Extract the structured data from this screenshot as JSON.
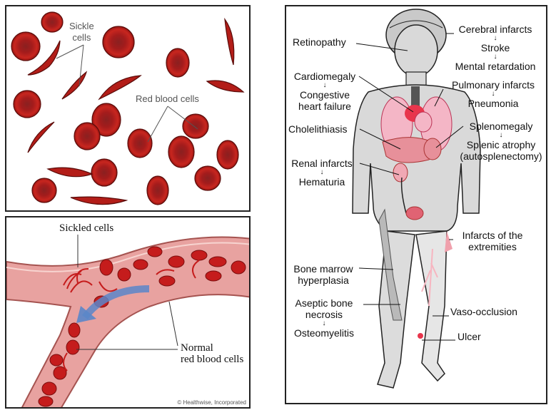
{
  "panel_cells": {
    "labels": {
      "sickle": [
        "Sickle",
        "cells"
      ],
      "red": "Red blood cells"
    }
  },
  "panel_vessel": {
    "labels": {
      "sickled": "Sickled cells",
      "normal": [
        "Normal",
        "red blood cells"
      ]
    },
    "copyright": "© Healthwise, Incorporated"
  },
  "panel_body": {
    "left_labels": [
      {
        "lines": [
          "Retinopathy"
        ]
      },
      {
        "lines": [
          "Cardiomegaly",
          "↓",
          "Congestive",
          "heart failure"
        ]
      },
      {
        "lines": [
          "Cholelithiasis"
        ]
      },
      {
        "lines": [
          "Renal infarcts",
          "↓",
          "Hematuria"
        ]
      },
      {
        "lines": [
          "Bone marrow",
          "hyperplasia"
        ]
      },
      {
        "lines": [
          "Aseptic bone",
          "necrosis",
          "↓",
          "Osteomyelitis"
        ]
      }
    ],
    "right_labels": [
      {
        "lines": [
          "Cerebral infarcts",
          "↓",
          "Stroke",
          "↓",
          "Mental retardation"
        ]
      },
      {
        "lines": [
          "Pulmonary infarcts",
          "↓",
          "Pneumonia"
        ]
      },
      {
        "lines": [
          "Splenomegaly",
          "↓",
          "Splenic atrophy",
          "(autosplenectomy)"
        ]
      },
      {
        "lines": [
          "Infarcts of the",
          "extremities"
        ]
      },
      {
        "lines": [
          "Vaso-occlusion"
        ]
      },
      {
        "lines": [
          "Ulcer"
        ]
      }
    ]
  },
  "colors": {
    "rbc": "#c0211c",
    "rbc_dark": "#8e1512",
    "vessel": "#e8a2a0",
    "vessel_edge": "#b5605d",
    "body_fill": "#d9d9d9",
    "organ_pink": "#f4b6c6",
    "organ_red": "#e8354c",
    "flow_arrow": "#5a86c9"
  }
}
